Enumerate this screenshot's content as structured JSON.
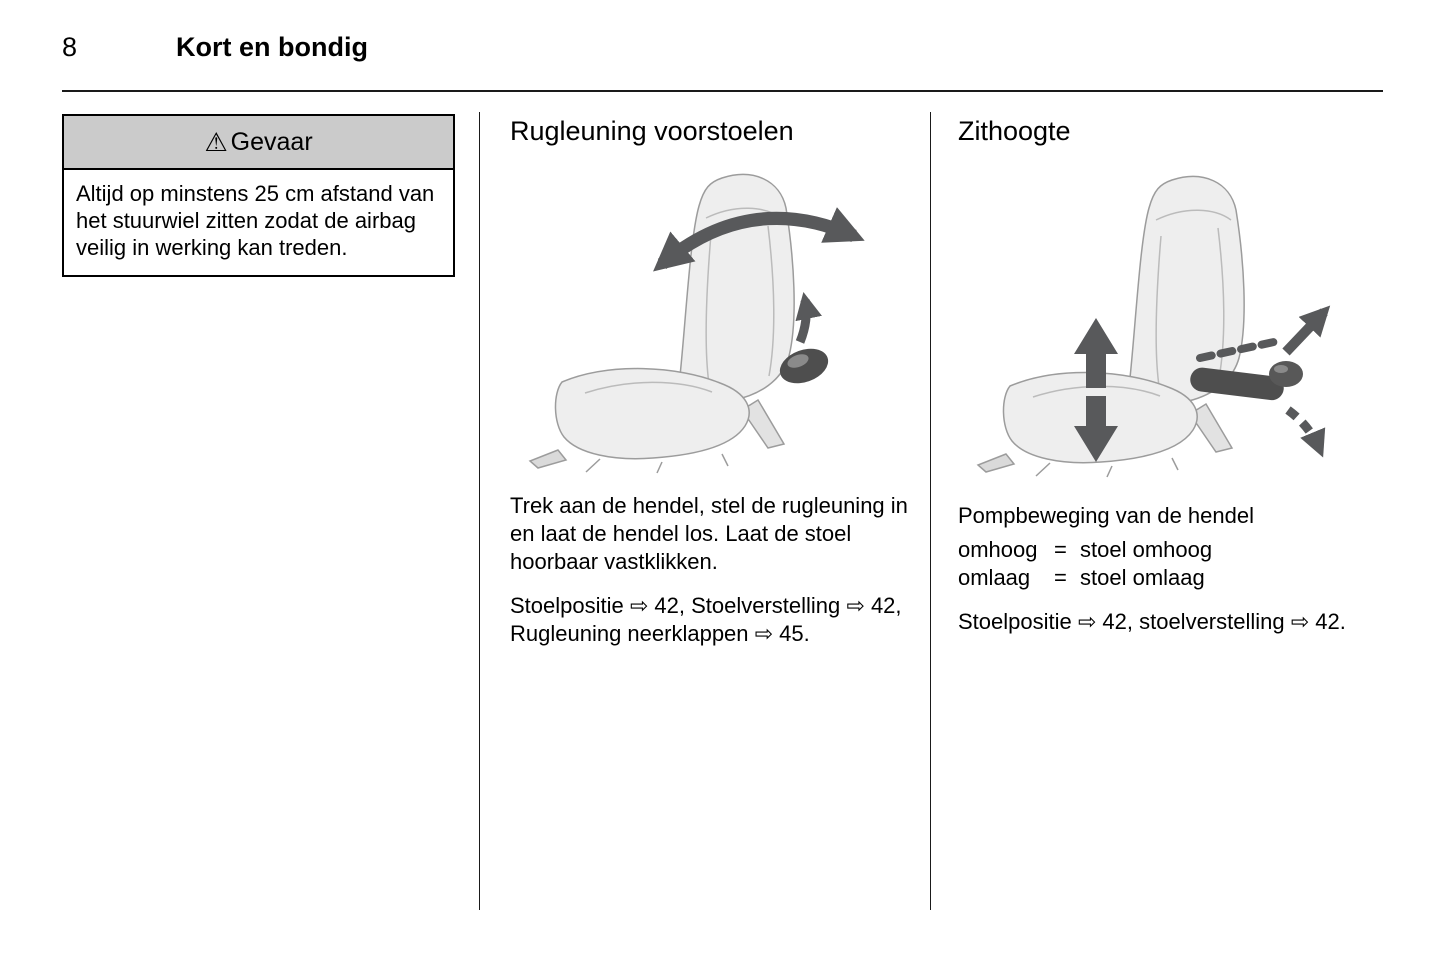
{
  "page": {
    "number": "8",
    "title": "Kort en bondig"
  },
  "warning": {
    "icon": "⚠",
    "title": "Gevaar",
    "body": "Altijd op minstens 25 cm afstand van het stuurwiel zitten zodat de airbag veilig in werking kan treden."
  },
  "backrest": {
    "heading": "Rugleuning voorstoelen",
    "para": "Trek aan de hendel, stel de rugleuning in en laat de hendel los. Laat de stoel hoorbaar vastklikken.",
    "refs": "Stoelpositie ⇨ 42, Stoelverstelling ⇨ 42, Rugleuning neerklappen ⇨ 45."
  },
  "seat_height": {
    "heading": "Zithoogte",
    "para": "Pompbeweging van de hendel",
    "rows": [
      {
        "key": "omhoog",
        "eq": "=",
        "val": "stoel omhoog"
      },
      {
        "key": "omlaag",
        "eq": "=",
        "val": "stoel omlaag"
      }
    ],
    "refs": "Stoelpositie ⇨ 42, stoelverstelling ⇨ 42."
  },
  "colors": {
    "arrow": "#58595b",
    "warning_header_bg": "#cbcbcb"
  }
}
